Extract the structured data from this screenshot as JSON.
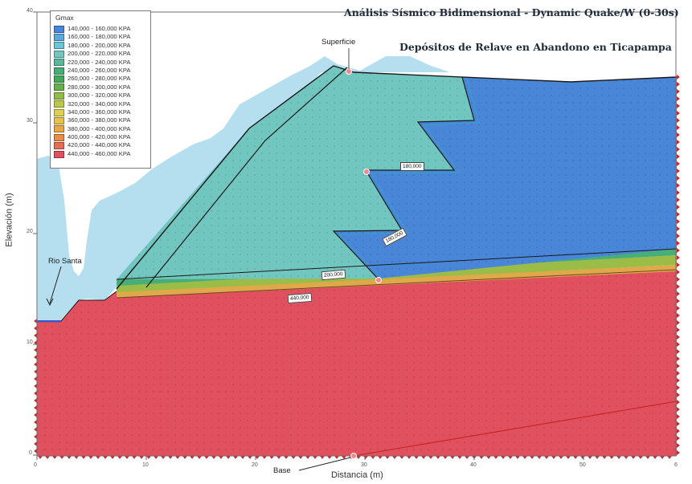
{
  "titles": {
    "line1": "Análisis Sísmico Bidimensional - Dynamic Quake/W (0-30s)",
    "line2": "Depósitos de Relave en Abandono en Ticapampa"
  },
  "axes": {
    "xlabel": "Distancia (m)",
    "ylabel": "Elevación (m)",
    "x_ticks": [
      "0",
      "10",
      "20",
      "30",
      "40",
      "50",
      "6"
    ],
    "y_ticks": [
      "40",
      "30",
      "20",
      "10",
      "0"
    ]
  },
  "legend": {
    "title": "Gmax",
    "items": [
      {
        "label": "140,000 - 160,000 KPA",
        "color": "#4a86d8"
      },
      {
        "label": "160,000 - 180,000 KPA",
        "color": "#5aa8dc"
      },
      {
        "label": "180,000 - 200,000 KPA",
        "color": "#6cc4d8"
      },
      {
        "label": "200,000 - 220,000 KPA",
        "color": "#72c6c0"
      },
      {
        "label": "220,000 - 240,000 KPA",
        "color": "#5ab89a"
      },
      {
        "label": "240,000 - 260,000 KPA",
        "color": "#48ae78"
      },
      {
        "label": "260,000 - 280,000 KPA",
        "color": "#46a85a"
      },
      {
        "label": "280,000 - 300,000 KPA",
        "color": "#68b04a"
      },
      {
        "label": "300,000 - 320,000 KPA",
        "color": "#92bc46"
      },
      {
        "label": "320,000 - 340,000 KPA",
        "color": "#bcc848"
      },
      {
        "label": "340,000 - 360,000 KPA",
        "color": "#dcd052"
      },
      {
        "label": "360,000 - 380,000 KPA",
        "color": "#e8c04c"
      },
      {
        "label": "380,000 - 400,000 KPA",
        "color": "#eaa646"
      },
      {
        "label": "400,000 - 420,000 KPA",
        "color": "#e88c48"
      },
      {
        "label": "420,000 - 440,000 KPA",
        "color": "#e46e52"
      },
      {
        "label": "440,000 - 460,000 KPA",
        "color": "#e0505e"
      }
    ]
  },
  "annotations": {
    "surface": "Superficie",
    "river": "Rio Santa",
    "base": "Base"
  },
  "contour_labels": [
    "180,000",
    "180,000",
    "200,000",
    "440,000"
  ],
  "colors": {
    "foundation": "#e0505e",
    "tailings_upper": "#72c6c0",
    "tailings_lower": "#4a86d8",
    "water": "#a8d8ec",
    "point_marker": "#f08a8a"
  }
}
